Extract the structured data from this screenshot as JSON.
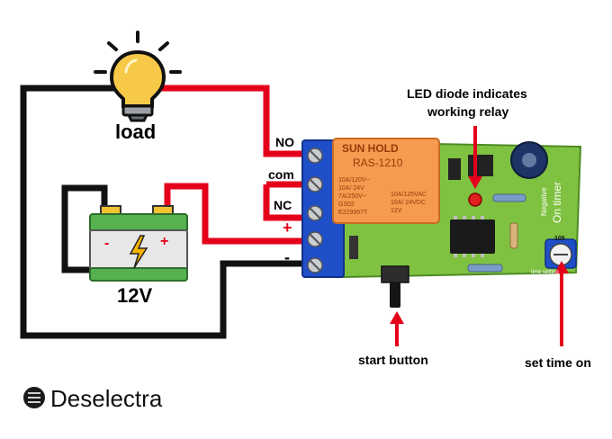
{
  "labels": {
    "load": "load",
    "battery_voltage": "12V",
    "terminal_no": "NO",
    "terminal_com": "com",
    "terminal_nc": "NC",
    "terminal_plus": "+",
    "terminal_minus": "-",
    "led_note_line1": "LED diode indicates",
    "led_note_line2": "working relay",
    "start_button": "start button",
    "set_time": "set time on"
  },
  "relay": {
    "brand": "SUN HOLD",
    "model": "RAS-1210",
    "rating_left": [
      "10A/120V~",
      "10A/ 24V",
      "7A/250V~"
    ],
    "rating_left_code": "GS02",
    "rating_left_code2": "E229957T",
    "rating_right": [
      "10A/125VAC",
      "10A/ 24VDC",
      "12V"
    ]
  },
  "board": {
    "silk_on_timer": "On timer",
    "silk_negative": "Negative",
    "silk_set_time": "time setting",
    "pot_value": "105"
  },
  "battery": {
    "minus": "-",
    "plus": "+"
  },
  "brand": {
    "name": "Deselectra"
  },
  "colors": {
    "wire_red": "#e4001b",
    "wire_black": "#111111",
    "pcb_green": "#7fc241",
    "terminal_blue": "#1f4fc8",
    "relay_orange": "#f59a4f",
    "arrow_red": "#e4001b",
    "bulb_yellow": "#f7c948",
    "battery_green": "#55b24f"
  }
}
